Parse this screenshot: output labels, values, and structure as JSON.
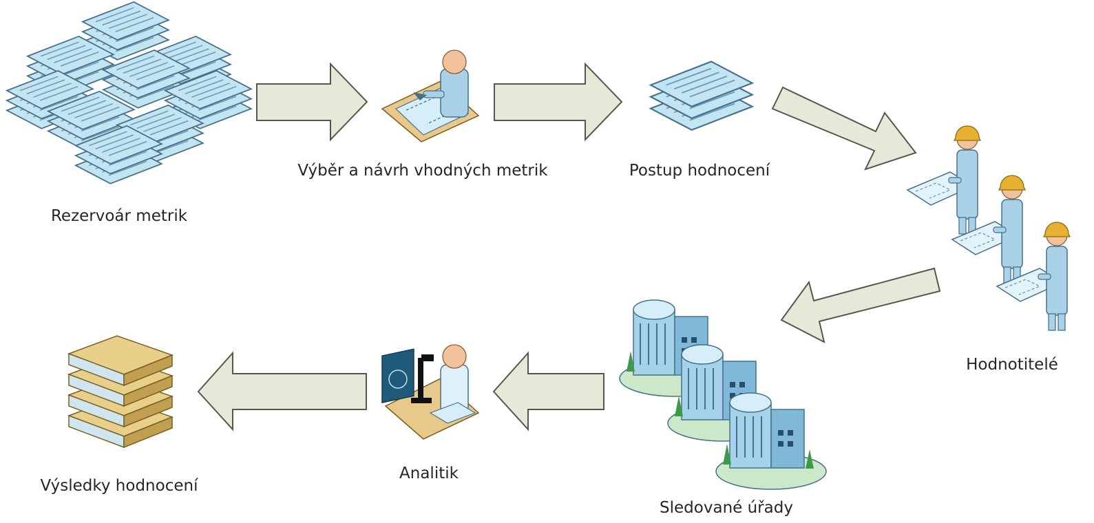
{
  "nodes": {
    "reservoir": {
      "label": "Rezervoár metrik"
    },
    "selection": {
      "label": "Výběr a návrh vhodných metrik"
    },
    "procedure": {
      "label": "Postup hodnocení"
    },
    "evaluators": {
      "label": "Hodnotitelé"
    },
    "offices": {
      "label": "Sledované úřady"
    },
    "analyst": {
      "label": "Analitik"
    },
    "results": {
      "label": "Výsledky hodnocení"
    }
  },
  "colors": {
    "arrow_fill": "#e6e9d8",
    "arrow_stroke": "#55574c",
    "doc_blue": "#bfe3f0",
    "person_blue": "#a9d2e8",
    "skin": "#f2c29a",
    "helmet": "#e8b030",
    "book_gold": "#d8b860",
    "building_blue": "#8cc4e0"
  }
}
